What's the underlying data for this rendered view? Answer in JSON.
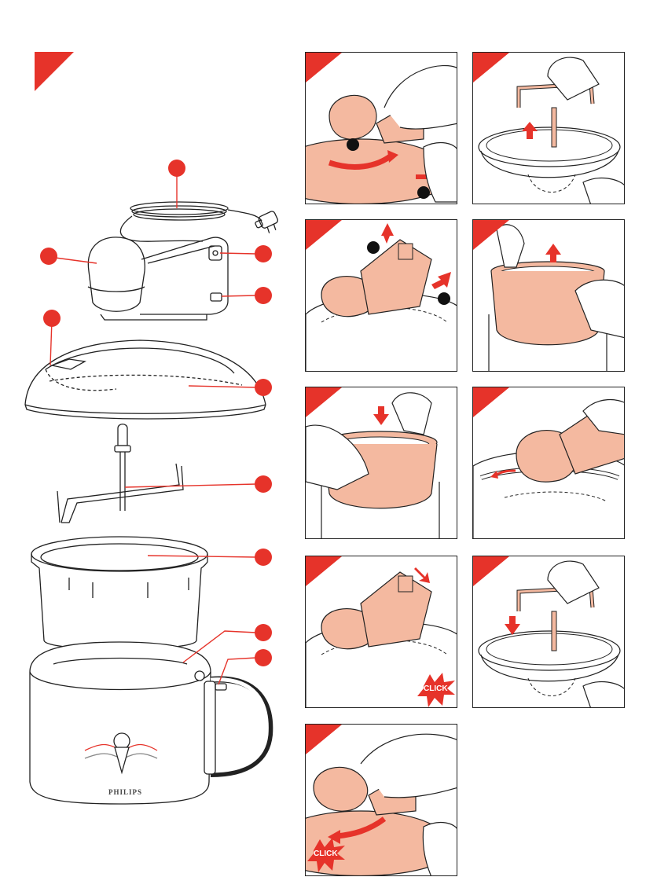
{
  "brand_label": "PHILIPS",
  "click_label_1": "CLICK",
  "click_label_2": "CLICK",
  "colors": {
    "accent": "#e6332a",
    "part_fill": "#f4b9a0",
    "line": "#222222"
  },
  "icons": [
    "corner-marker",
    "callout-dot",
    "arrow",
    "click-burst"
  ]
}
